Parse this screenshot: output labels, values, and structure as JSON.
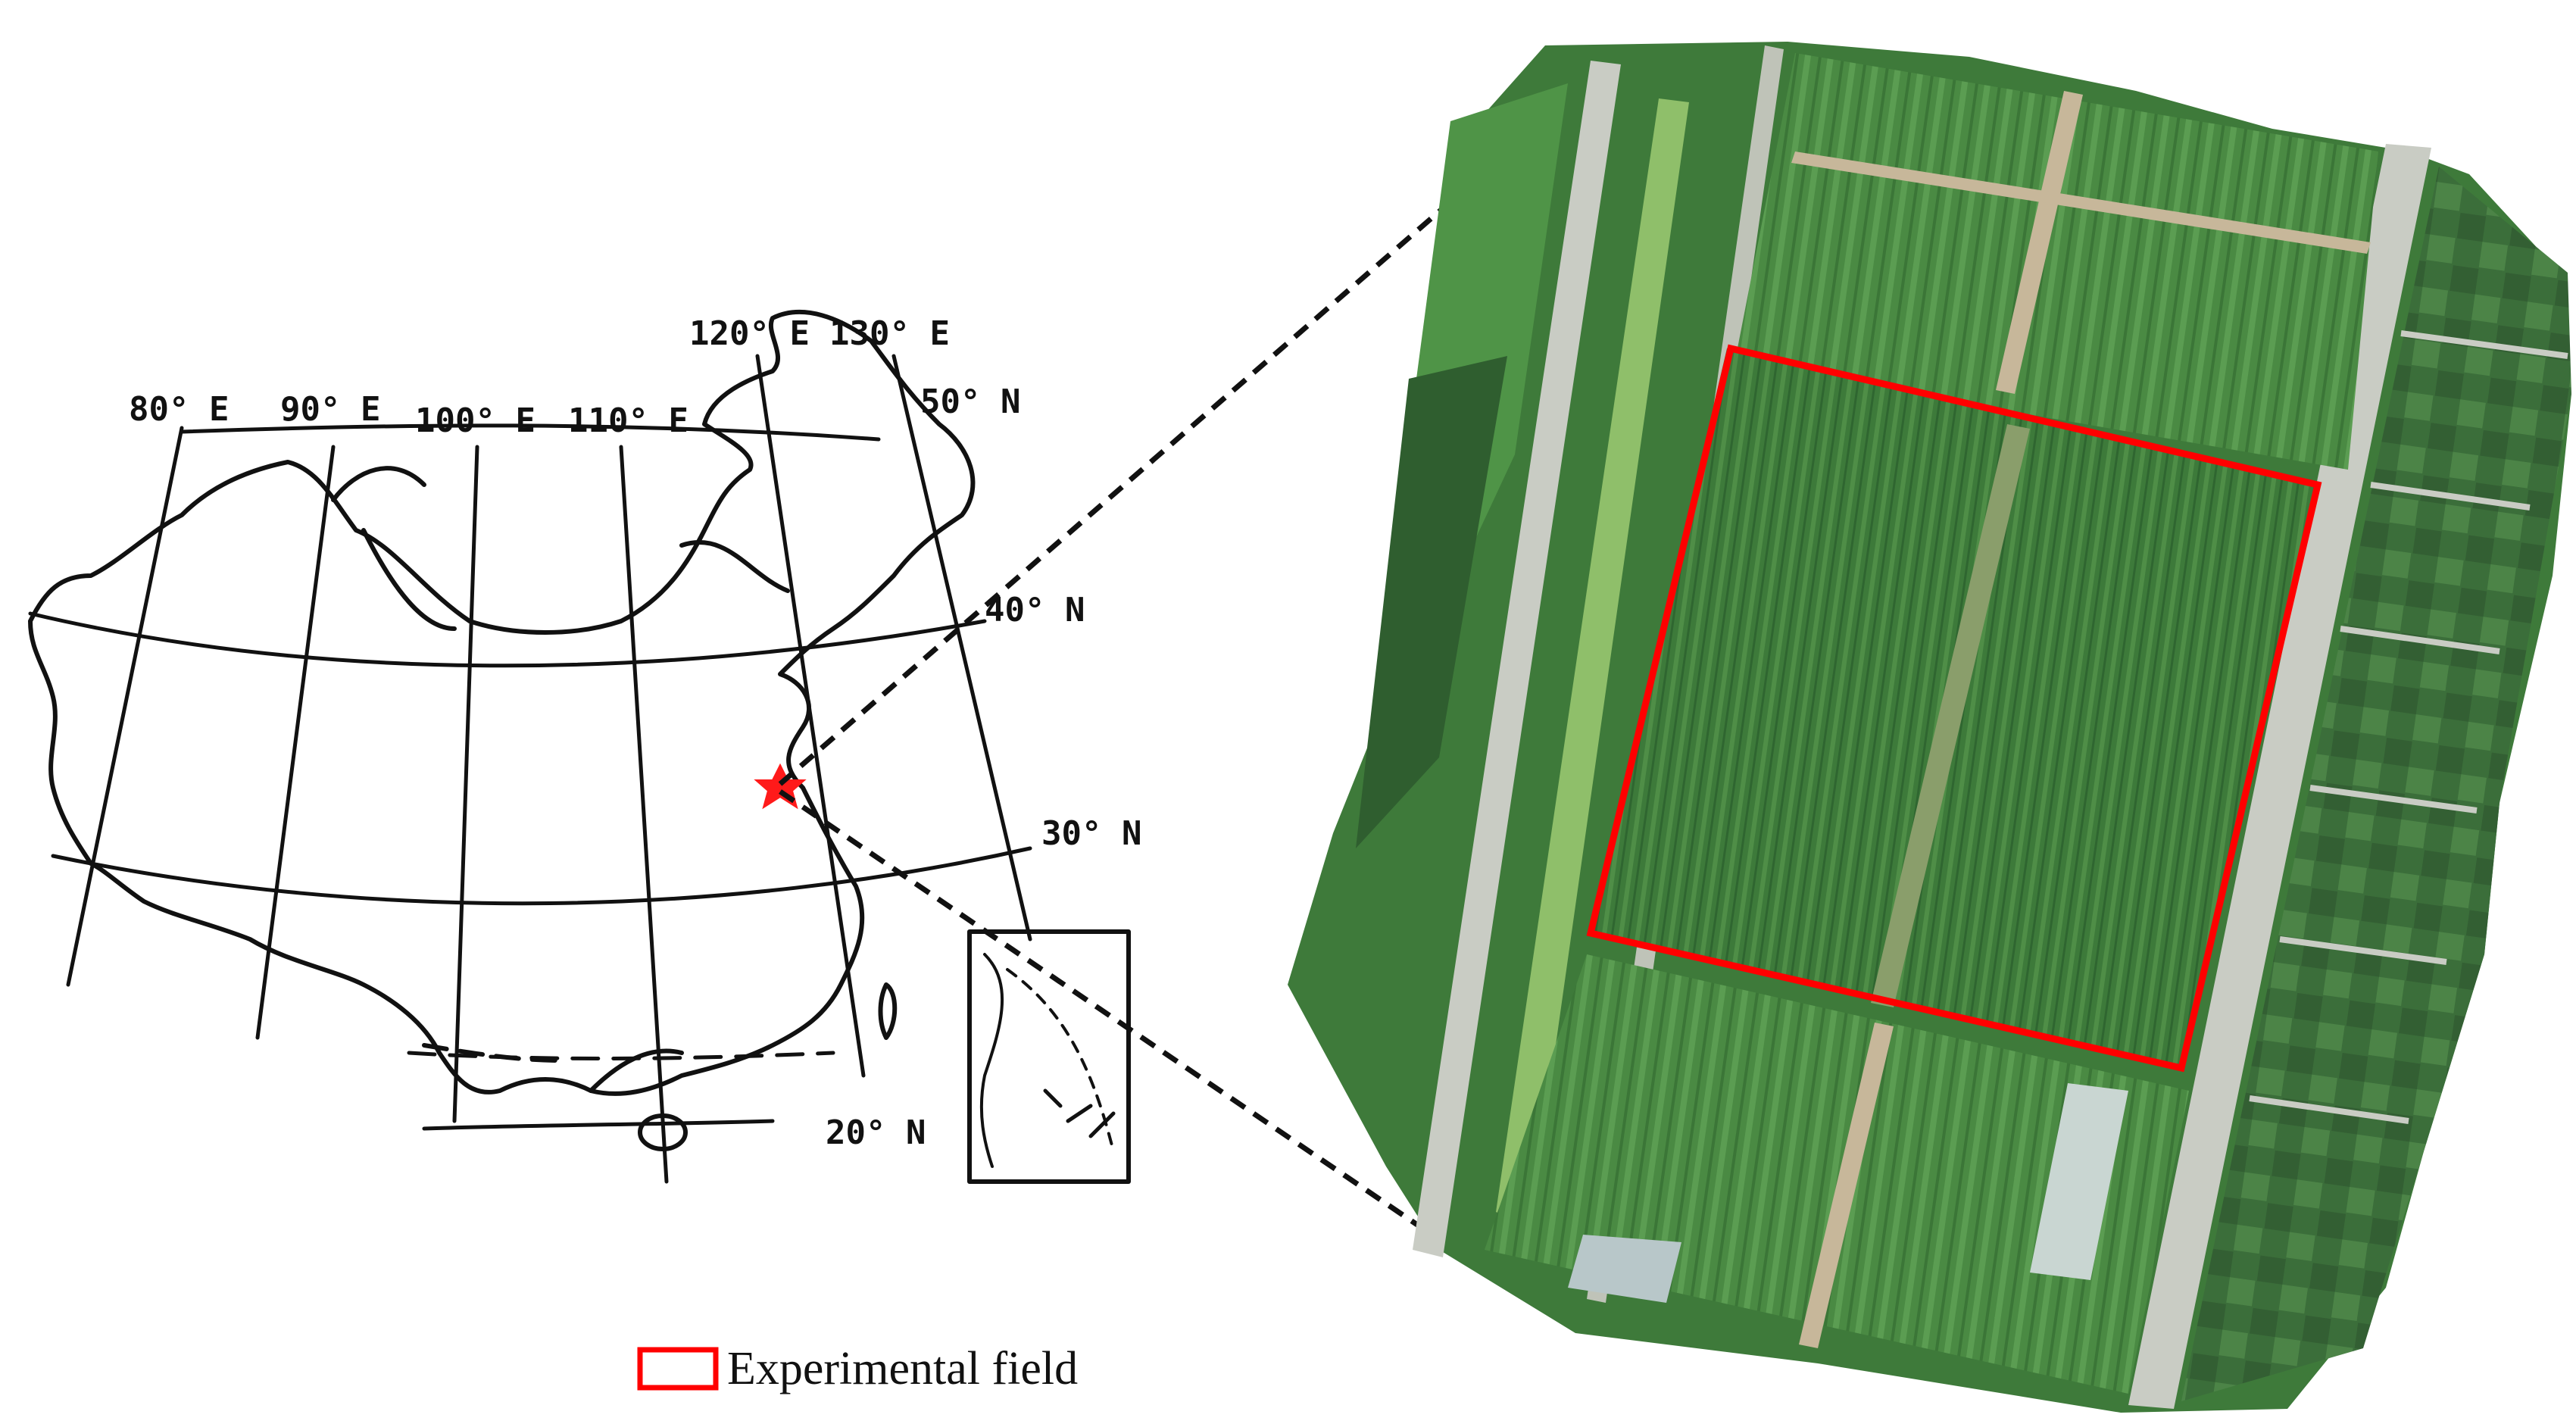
{
  "map": {
    "longitude_labels": [
      "80° E",
      "90° E",
      "100° E",
      "110° E",
      "120° E",
      "130° E"
    ],
    "latitude_labels": [
      "50° N",
      "40° N",
      "30° N",
      "20° N"
    ],
    "study_site_marker": "red-star",
    "marker_color": "#ff1a1a",
    "outline_color": "#111111"
  },
  "aerial": {
    "field_color": "#3f7a3c",
    "road_color": "#c9ccc4",
    "highlight_color": "#ff0000"
  },
  "legend": {
    "label": "Experimental field",
    "swatch_color": "#ff0000"
  }
}
